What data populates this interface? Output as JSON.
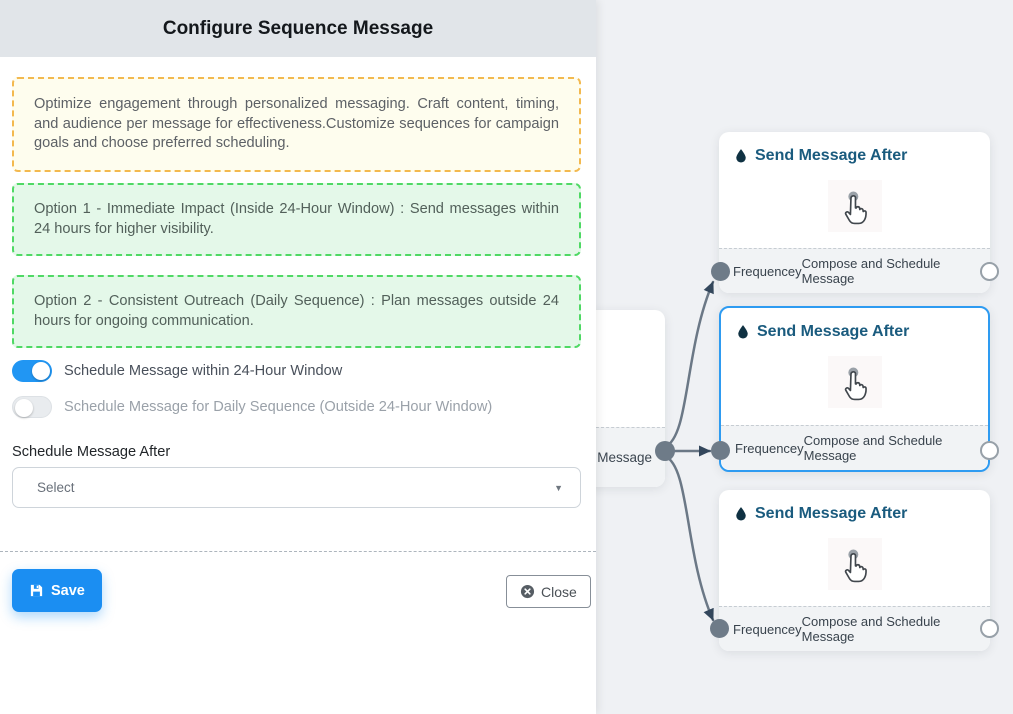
{
  "panel": {
    "title": "Configure Sequence Message",
    "info_box": "Optimize engagement through personalized messaging. Craft content, timing, and audience per message for effectiveness.Customize sequences for campaign goals and choose preferred scheduling.",
    "option_boxes": [
      {
        "text": "Option 1 - Immediate Impact (Inside 24-Hour Window) : Send messages within 24 hours for higher visibility."
      },
      {
        "text": "Option 2 - Consistent Outreach (Daily Sequence) : Plan messages outside 24 hours for ongoing communication."
      }
    ],
    "toggles": [
      {
        "label": "Schedule Message within 24-Hour Window",
        "state": "on"
      },
      {
        "label": "Schedule Message for Daily Sequence (Outside 24-Hour Window)",
        "state": "off"
      }
    ],
    "schedule_after": {
      "label": "Schedule Message After",
      "value": "Select"
    },
    "buttons": {
      "save": "Save",
      "close": "Close"
    }
  },
  "canvas": {
    "source_node": {
      "visible_label": "ce Message"
    },
    "nodes": [
      {
        "title": "Send Message After",
        "left_port_label": "Frequencey",
        "right_port_label": "Compose and Schedule Message",
        "selected": false
      },
      {
        "title": "Send Message After",
        "left_port_label": "Frequencey",
        "right_port_label": "Compose and Schedule Message",
        "selected": true
      },
      {
        "title": "Send Message After",
        "left_port_label": "Frequencey",
        "right_port_label": "Compose and Schedule Message",
        "selected": false
      }
    ]
  },
  "icons": {
    "save": "floppy-disk-icon",
    "close": "circle-x-icon",
    "node_title": "droplet-icon",
    "node_body": "tap-hand-icon",
    "select": "caret-down-icon"
  },
  "colors": {
    "accent_blue": "#2196f3",
    "selected_node_border": "#2e9bf1",
    "node_title_teal": "#1a5b7e",
    "edge_gray": "#6b7886",
    "arrow_dark": "#33475c",
    "yellow_border": "#f3b94f",
    "yellow_bg": "#fefdee",
    "green_border": "#4fd964",
    "green_bg": "#e4f8e9",
    "header_bg": "#e1e5e9",
    "canvas_bg": "#eff1f4"
  }
}
